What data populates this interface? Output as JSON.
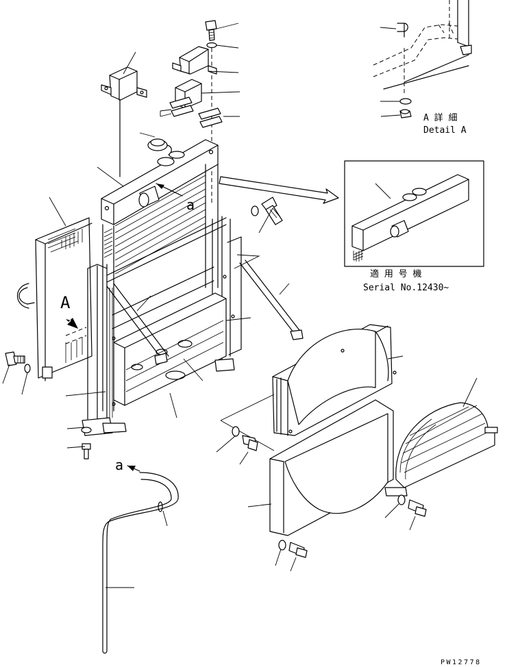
{
  "detail_a": {
    "label_jp": "A 詳 細",
    "label_en": "Detail A"
  },
  "serial_box": {
    "label_jp": "適 用 号 機",
    "label_en": "Serial No.12430~"
  },
  "markers": {
    "view_a": "A",
    "pipe_a_top": "a",
    "pipe_a_bottom": "a"
  },
  "drawing_number": "PW12778"
}
